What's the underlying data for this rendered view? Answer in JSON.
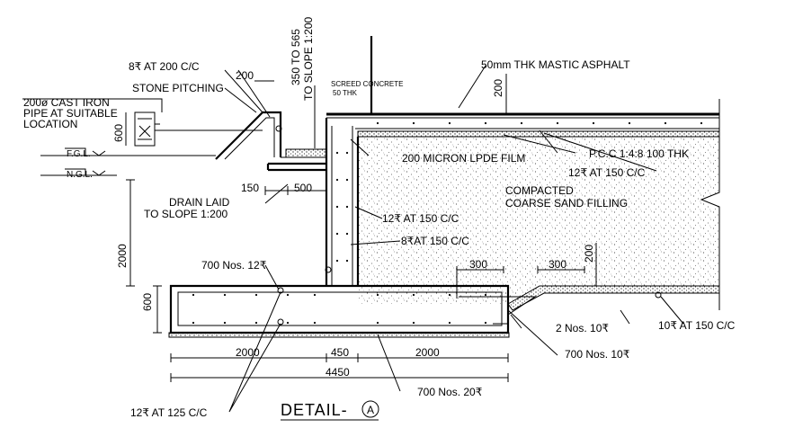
{
  "drawing": {
    "title": "DETAIL-",
    "title_marker": "A"
  },
  "labels": {
    "rebar_8_at_200": "8₹ AT 200 C/C",
    "dim_200_top": "200",
    "stone_pitching": "STONE PITCHING",
    "cast_iron_pipe": [
      "200ø CAST IRON",
      "PIPE AT SUITABLE",
      "LOCATION"
    ],
    "dim_600_pipe": "600",
    "fgl": "F.G.L.",
    "ngl": "N.G.L.",
    "slope_350_565": [
      "350 TO 565",
      "TO SLOPE 1:200"
    ],
    "screed_concrete": [
      "SCREED CONCRETE",
      "50 THK"
    ],
    "mastic_asphalt": "50mm THK MASTIC ASPHALT",
    "dim_200_asphalt": "200",
    "lpde_film": "200 MICRON LPDE FILM",
    "pcc": "P.C.C 1:4:8 100 THK",
    "rebar_12_at_150_slab": "12₹ AT 150 C/C",
    "sand_filling": [
      "COMPACTED",
      "COARSE SAND FILLING"
    ],
    "dim_150": "150",
    "dim_500": "500",
    "drain_laid": [
      "DRAIN LAID",
      "TO SLOPE 1:200"
    ],
    "rebar_12_at_150_wall": "12₹ AT 150 C/C",
    "rebar_8_at_150": "8₹AT 150 C/C",
    "dim_2000_height": "2000",
    "nos_700_12": "700 Nos. 12₹",
    "dim_300_a": "300",
    "dim_300_b": "300",
    "dim_200_right": "200",
    "dim_600_footing": "600",
    "nos_2_10": "2 Nos. 10₹",
    "rebar_10_at_150": "10₹ AT 150 C/C",
    "dim_2000_left": "2000",
    "dim_450": "450",
    "dim_2000_right": "2000",
    "nos_700_10": "700 Nos. 10₹",
    "dim_4450": "4450",
    "nos_700_20": "700 Nos. 20₹",
    "rebar_12_at_125": "12₹ AT 125 C/C"
  },
  "colors": {
    "ink": "#000000",
    "paper": "#ffffff",
    "fill_stipple": "#6a6a6a"
  }
}
